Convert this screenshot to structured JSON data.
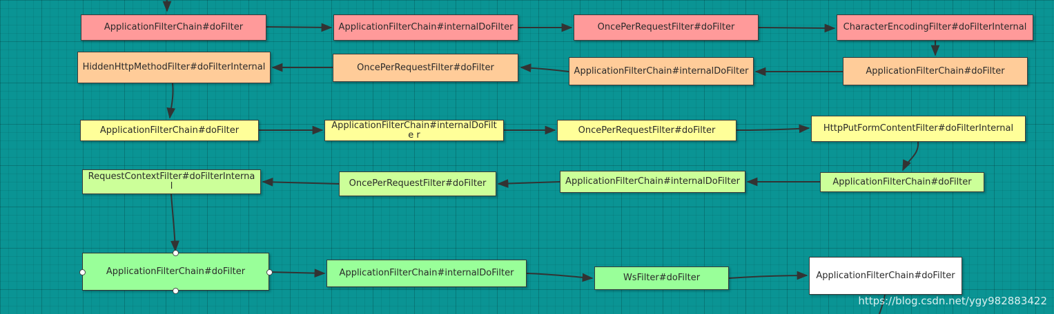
{
  "colors": {
    "background": "#0a9494",
    "row1": "#ff9a9a",
    "row2": "#ffcc99",
    "row3": "#ffff99",
    "row4": "#ccff99",
    "row5": "#99ff99",
    "end": "#ffffff",
    "edge": "#333333"
  },
  "nodes": [
    {
      "label": "ApplicationFilterChain#doFilter"
    },
    {
      "label": "ApplicationFilterChain#internalDoFilter"
    },
    {
      "label": "OncePerRequestFilter#doFilter"
    },
    {
      "label": "CharacterEncodingFilter#doFilterInternal"
    },
    {
      "label": "ApplicationFilterChain#doFilter"
    },
    {
      "label": "ApplicationFilterChain#internalDoFilter"
    },
    {
      "label": "OncePerRequestFilter#doFilter"
    },
    {
      "label": "HiddenHttpMethodFilter#doFilterInternal"
    },
    {
      "label": "ApplicationFilterChain#doFilter"
    },
    {
      "label": "ApplicationFilterChain#internalDoFilte r"
    },
    {
      "label": "OncePerRequestFilter#doFilter"
    },
    {
      "label": "HttpPutFormContentFilter#doFilterInternal"
    },
    {
      "label": "ApplicationFilterChain#doFilter"
    },
    {
      "label": "ApplicationFilterChain#internalDoFilter"
    },
    {
      "label": "OncePerRequestFilter#doFilter"
    },
    {
      "label": "RequestContextFilter#doFilterInternal"
    },
    {
      "label": "ApplicationFilterChain#doFilter"
    },
    {
      "label": "ApplicationFilterChain#internalDoFilter"
    },
    {
      "label": "WsFilter#doFilter"
    },
    {
      "label": "ApplicationFilterChain#doFilter"
    }
  ],
  "watermark": "https://blog.csdn.net/ygy982883422"
}
